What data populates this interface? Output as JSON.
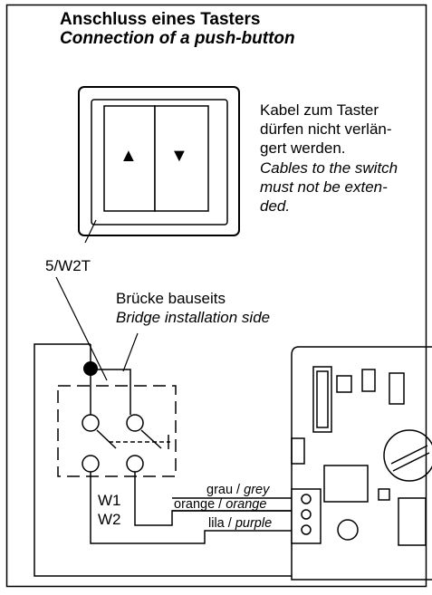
{
  "header": {
    "title_de": "Anschluss eines Tasters",
    "title_en": "Connection of a push-button"
  },
  "note": {
    "de_lines": [
      "Kabel zum Taster",
      "dürfen nicht verlän-",
      "gert werden."
    ],
    "en_lines": [
      "Cables to the switch",
      "must not be exten-",
      "ded."
    ]
  },
  "switch": {
    "up_symbol": "▲",
    "down_symbol": "▼",
    "model": "5/W2T"
  },
  "bridge": {
    "label_de": "Brücke bauseits",
    "label_en": "Bridge installation side"
  },
  "terminals": {
    "w1": "W1",
    "w2": "W2"
  },
  "wires": [
    {
      "de": "grau",
      "sep": " / ",
      "en": "grey"
    },
    {
      "de": "orange",
      "sep": " / ",
      "en": "orange"
    },
    {
      "de": "lila",
      "sep": " / ",
      "en": "purple"
    }
  ],
  "colors": {
    "line": "#000000",
    "background": "#ffffff"
  }
}
